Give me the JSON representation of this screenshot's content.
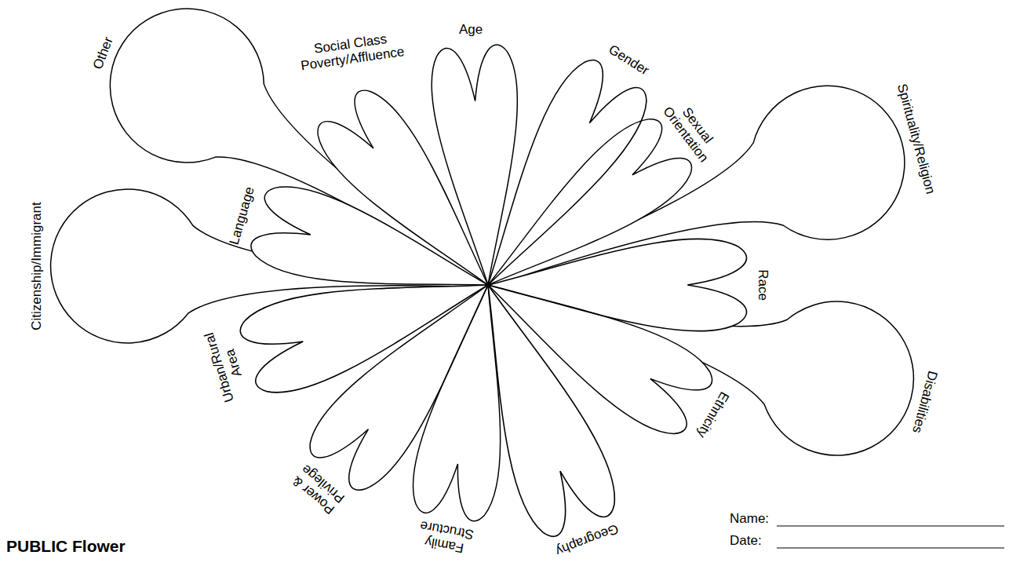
{
  "diagram": {
    "title": "PUBLIC Flower",
    "labels": [
      "Other",
      "Social Class Poverty/Affluence",
      "Age",
      "Gender",
      "Sexual Orientation",
      "Spirituality/Religion",
      "Language",
      "Citizenship/Immigrant",
      "Race",
      "Urban/Rural Area",
      "Disabilities",
      "Ethnicity",
      "Power & Privilege",
      "Family Structure",
      "Geography",
      "Name:",
      "Date:"
    ]
  }
}
